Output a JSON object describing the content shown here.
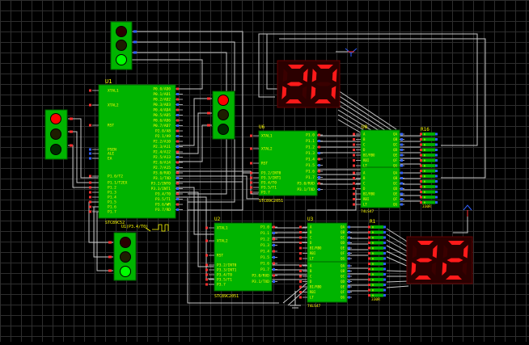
{
  "schematic": {
    "u1": {
      "ref": "U1",
      "part": "STC89C52",
      "left_pins": [
        "XTAL1",
        "XTAL2",
        "RST",
        "PSEN",
        "ALE",
        "EA",
        "P1.0/T2",
        "P1.1/T2EX",
        "P1.2",
        "P1.3",
        "P1.4",
        "P1.5",
        "P1.6",
        "P1.7"
      ],
      "right_pins": [
        "P0.0/AD0",
        "P0.1/AD1",
        "P0.2/AD2",
        "P0.3/AD3",
        "P0.4/AD4",
        "P0.5/AD5",
        "P0.6/AD6",
        "P0.7/AD7",
        "P2.0/A8",
        "P2.1/A9",
        "P2.2/A10",
        "P2.3/A11",
        "P2.4/A12",
        "P2.5/A13",
        "P2.6/A14",
        "P2.7/A15",
        "P3.0/RXD",
        "P3.1/TXD",
        "P3.2/INT0",
        "P3.3/INT1",
        "P3.4/T0",
        "P3.5/T1",
        "P3.6/WR",
        "P3.7/RD"
      ]
    },
    "u2": {
      "ref": "U2",
      "part": "STC89C2051",
      "left_pins": [
        "XTAL1",
        "XTAL2",
        "RST",
        "P3.2/INT0",
        "P3.3/INT1",
        "P3.4/T0",
        "P3.5/T1",
        "P3.7"
      ],
      "right_pins": [
        "P1.0",
        "P1.1",
        "P1.2",
        "P1.3",
        "P1.4",
        "P1.5",
        "P1.6",
        "P1.7",
        "P3.0/RXD",
        "P3.1/TXD"
      ]
    },
    "u6": {
      "ref": "U6",
      "part": "STC89C2051",
      "left_pins": [
        "XTAL1",
        "XTAL2",
        "RST",
        "P3.2/INT0",
        "P3.3/INT1",
        "P3.4/T0",
        "P3.5/T1",
        "P3.7"
      ],
      "right_pins": [
        "P1.0",
        "P1.1",
        "P1.2",
        "P1.3",
        "P1.4",
        "P1.5",
        "P1.6",
        "P1.7",
        "P3.0/RXD",
        "P3.1/TXD"
      ]
    },
    "u3": {
      "ref": "U3",
      "part": "74LS47",
      "in_pins": [
        "A",
        "B",
        "C",
        "D",
        "BI/RBO",
        "RBI",
        "LT"
      ],
      "out_pins": [
        "QA",
        "QB",
        "QC",
        "QD",
        "QE",
        "QF",
        "QG"
      ]
    },
    "u8": {
      "ref": "U8",
      "part": "74LS47",
      "in_pins": [
        "A",
        "B",
        "C",
        "D",
        "BI/RBO",
        "RBI",
        "LT"
      ],
      "out_pins": [
        "QA",
        "QB",
        "QC",
        "QD",
        "QE",
        "QF",
        "QG"
      ]
    },
    "r1": {
      "ref": "R1",
      "value": "330R"
    },
    "r16": {
      "ref": "R16",
      "value": "330R"
    },
    "top_display": [
      "2",
      "0"
    ],
    "bottom_display": [
      "2",
      "2"
    ],
    "signal_label": "U1(P3.4/T0)",
    "colors": {
      "board": "#00b400",
      "wire": "#c8c8c8",
      "text": "#ffff00",
      "led_red": "#ff0000",
      "led_green": "#00ff00",
      "seg_on": "#ff1a1a",
      "seg_off": "#3a0000",
      "pin_red": "#ff3030",
      "pin_blue": "#3060ff"
    }
  }
}
